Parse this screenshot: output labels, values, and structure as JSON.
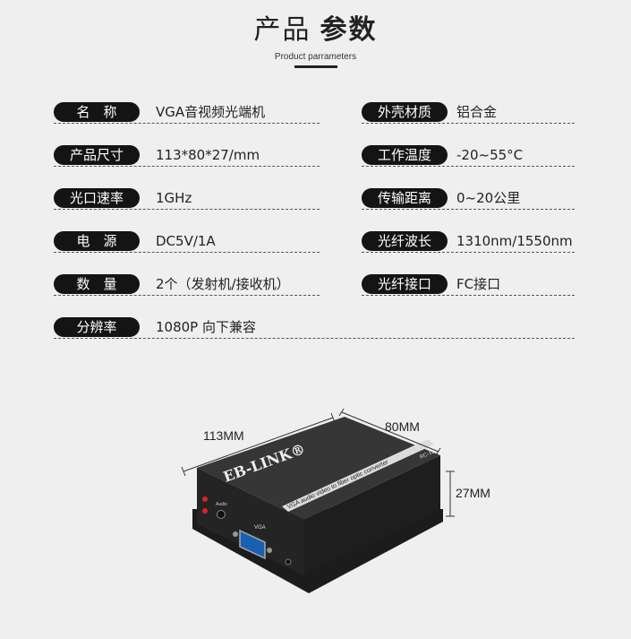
{
  "header": {
    "title_a": "产品",
    "title_b": "参数",
    "subtitle": "Product parrameters"
  },
  "specs_left": [
    {
      "label": "名　称",
      "value": "VGA音视频光端机"
    },
    {
      "label": "产品尺寸",
      "value": "113*80*27/mm"
    },
    {
      "label": "光口速率",
      "value": "1GHz"
    },
    {
      "label": "电　源",
      "value": "DC5V/1A"
    },
    {
      "label": "数　量",
      "value": "2个（发射机/接收机）"
    },
    {
      "label": "分辨率",
      "value": "1080P 向下兼容"
    }
  ],
  "specs_right": [
    {
      "label": "外壳材质",
      "value": "铝合金"
    },
    {
      "label": "工作温度",
      "value": "-20~55°C"
    },
    {
      "label": "传输距离",
      "value": "0~20公里"
    },
    {
      "label": "光纤波长",
      "value": "1310nm/1550nm"
    },
    {
      "label": "光纤接口",
      "value": "FC接口"
    }
  ],
  "device": {
    "brand": "EB-LINK®",
    "stripe_text": "VGA audio video to fiber optic converter",
    "side_label": "RC-1E",
    "port_label_vga": "VGA",
    "port_label_audio": "Audio",
    "dim_length": "113MM",
    "dim_width": "80MM",
    "dim_height": "27MM"
  },
  "colors": {
    "background": "#efefef",
    "pill": "#141414",
    "device_body": "#2d2d2d"
  }
}
